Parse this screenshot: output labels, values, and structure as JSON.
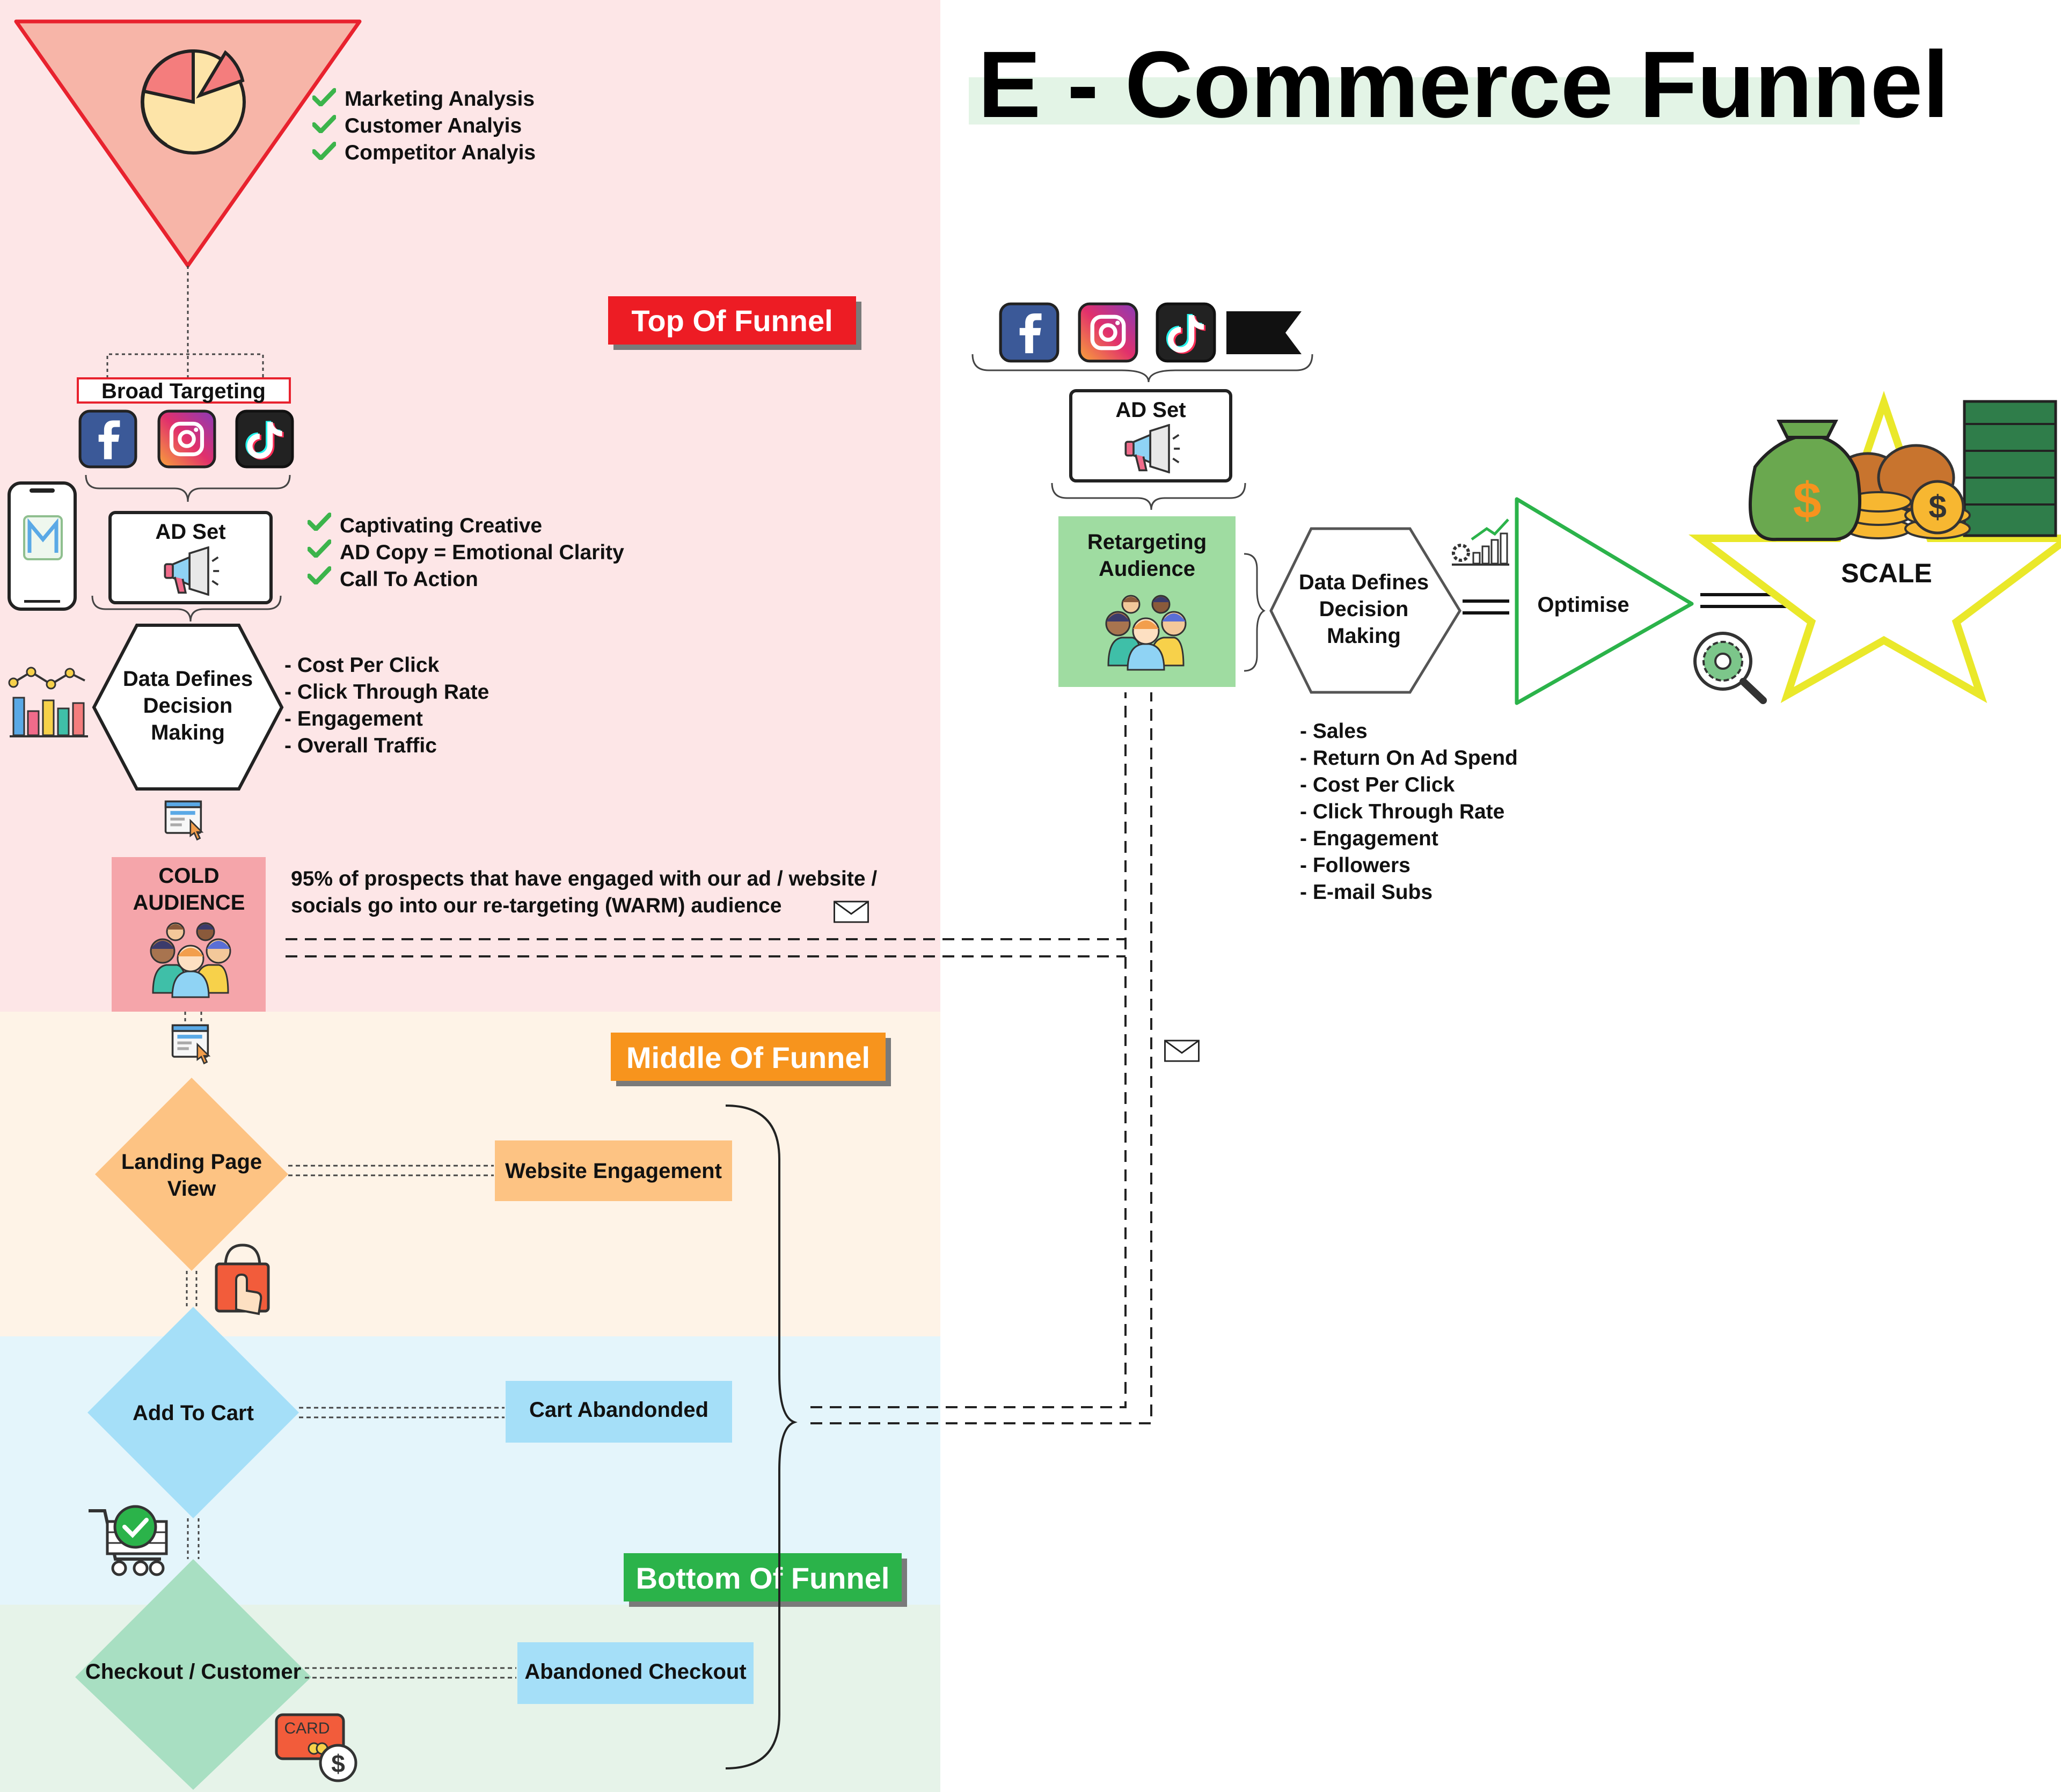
{
  "title": "E - Commerce Funnel",
  "colors": {
    "top_band": "#fde6e7",
    "middle_band": "#fef3e7",
    "bottom_blue_band": "#e4f5fb",
    "bottom_green_band": "#e6f3e9",
    "top_badge": "#ed1c24",
    "middle_badge": "#f7941d",
    "bottom_badge": "#2bb34a",
    "title_highlight": "#e3f4e6"
  },
  "sections": {
    "top": "Top Of Funnel",
    "middle": "Middle Of Funnel",
    "bottom": "Bottom Of Funnel"
  },
  "research": {
    "items": [
      "Marketing Analysis",
      "Customer Analyis",
      "Competitor Analyis"
    ]
  },
  "broad_targeting": "Broad Targeting",
  "platforms": [
    "facebook-icon",
    "instagram-icon",
    "tiktok-icon"
  ],
  "ad_set_label": "AD Set",
  "creative": {
    "items": [
      "Captivating Creative",
      "AD Copy = Emotional Clarity",
      "Call To Action"
    ]
  },
  "decision_left": {
    "lines": [
      "Data Defines",
      "Decision",
      "Making"
    ],
    "metrics": [
      "- Cost Per Click",
      "- Click Through Rate",
      "- Engagement",
      "- Overall Traffic"
    ]
  },
  "cold_audience": {
    "lines": [
      "COLD",
      "AUDIENCE"
    ]
  },
  "retarget_note": {
    "lines": [
      "95% of prospects that have engaged with our ad / website /",
      "socials go into our re-targeting (WARM) audience"
    ]
  },
  "landing_page": {
    "lines": [
      "Landing Page",
      "View"
    ],
    "action": "Website Engagement"
  },
  "add_to_cart": {
    "label": "Add To Cart",
    "action": "Cart Abandonded"
  },
  "checkout": {
    "label": "Checkout / Customer",
    "action": "Abandoned Checkout"
  },
  "right": {
    "ad_set_label": "AD Set",
    "retargeting": {
      "lines": [
        "Retargeting",
        "Audience"
      ]
    },
    "decision": {
      "lines": [
        "Data Defines",
        "Decision",
        "Making"
      ]
    },
    "optimise": "Optimise",
    "scale": "SCALE",
    "metrics": [
      "- Sales",
      "- Return On Ad Spend",
      "- Cost Per Click",
      "- Click Through Rate",
      "- Engagement",
      "- Followers",
      "- E-mail Subs"
    ]
  }
}
